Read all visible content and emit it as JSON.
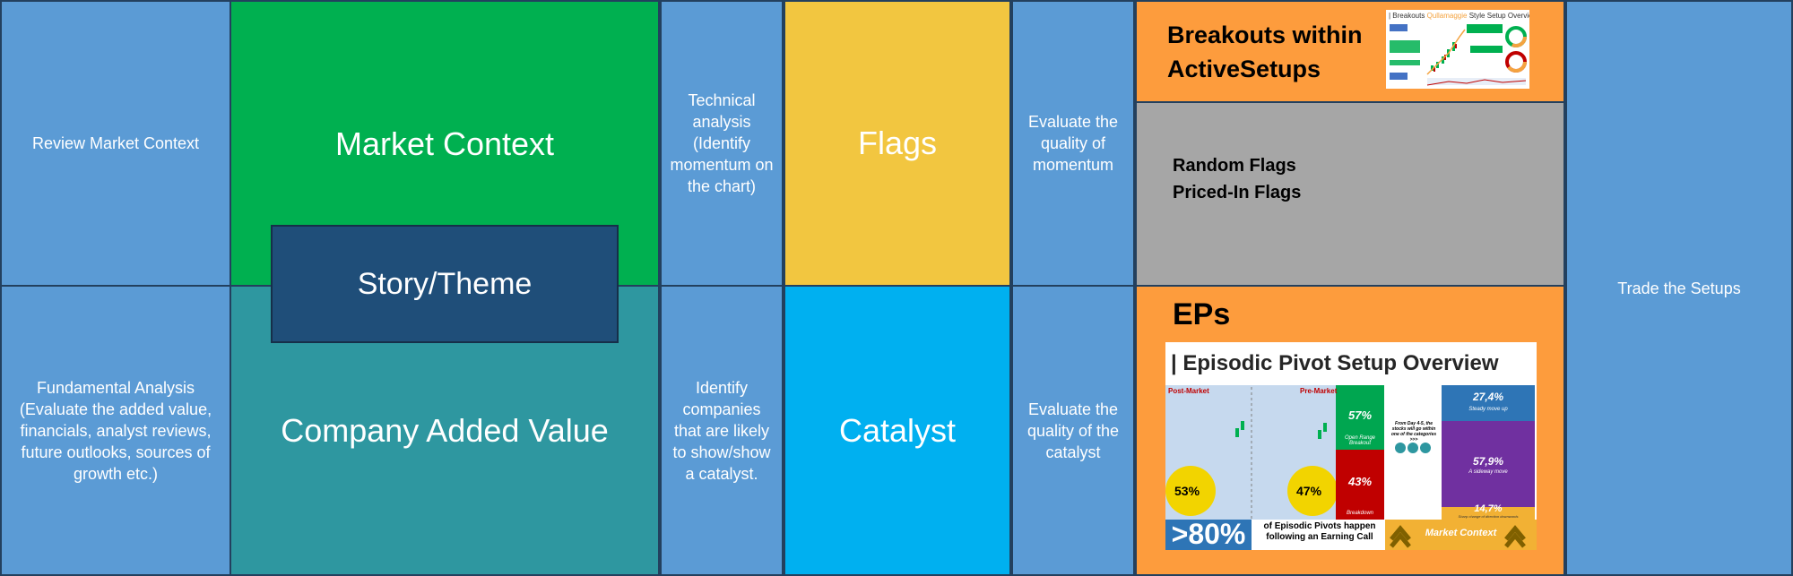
{
  "row1": {
    "review": "Review Market Context",
    "market_context": "Market Context",
    "technical": "Technical analysis (Identify momentum on the chart)",
    "flags": "Flags",
    "evaluate_momentum": "Evaluate the quality of momentum",
    "breakouts_line1": "Breakouts within",
    "breakouts_line2": "ActiveSetups",
    "random_flags": "Random Flags",
    "priced_in_flags": "Priced-In Flags"
  },
  "story": "Story/Theme",
  "row2": {
    "fundamental": "Fundamental Analysis (Evaluate the added value, financials, analyst reviews, future outlooks, sources of growth etc.)",
    "company_value": "Company Added Value",
    "identify": "Identify companies that are likely to show/show a catalyst.",
    "catalyst": "Catalyst",
    "evaluate_catalyst": "Evaluate the quality of the catalyst",
    "eps": "EPs"
  },
  "trade": "Trade the Setups",
  "breakout_thumb": {
    "title_prefix": "| Breakouts",
    "title_brand": "Qullamaggie",
    "title_suffix": "Style Setup Overview"
  },
  "ep_thumb": {
    "title": "| Episodic Pivot Setup Overview",
    "post_market": "Post-Market",
    "pre_market": "Pre-Market",
    "left_pct": "53%",
    "right_pct": "47%",
    "open_range_pct": "57%",
    "open_range_label": "Open Range Breakout",
    "breakdown_pct": "43%",
    "breakdown_label": "Breakdown",
    "note": "From Day 4-5, the stocks will go within one of the categories >>>",
    "steady_pct": "27,4%",
    "steady_label": "Steady move up",
    "sideway_pct": "57,9%",
    "sideway_label": "A sideway move",
    "down_pct": "14,7%",
    "down_label": "Sharp change of direction downwards",
    "big_pct": ">80%",
    "big_text": "of Episodic Pivots happen following an Earning Call",
    "mc_label": "Market Context"
  },
  "colors": {
    "blue": "#5b9bd5",
    "green": "#00b050",
    "teal": "#2e97a0",
    "yellow": "#f2c640",
    "cyan": "#00b0f0",
    "orange": "#fd9c3d",
    "grey": "#a6a6a6",
    "navy": "#1f4e79"
  }
}
